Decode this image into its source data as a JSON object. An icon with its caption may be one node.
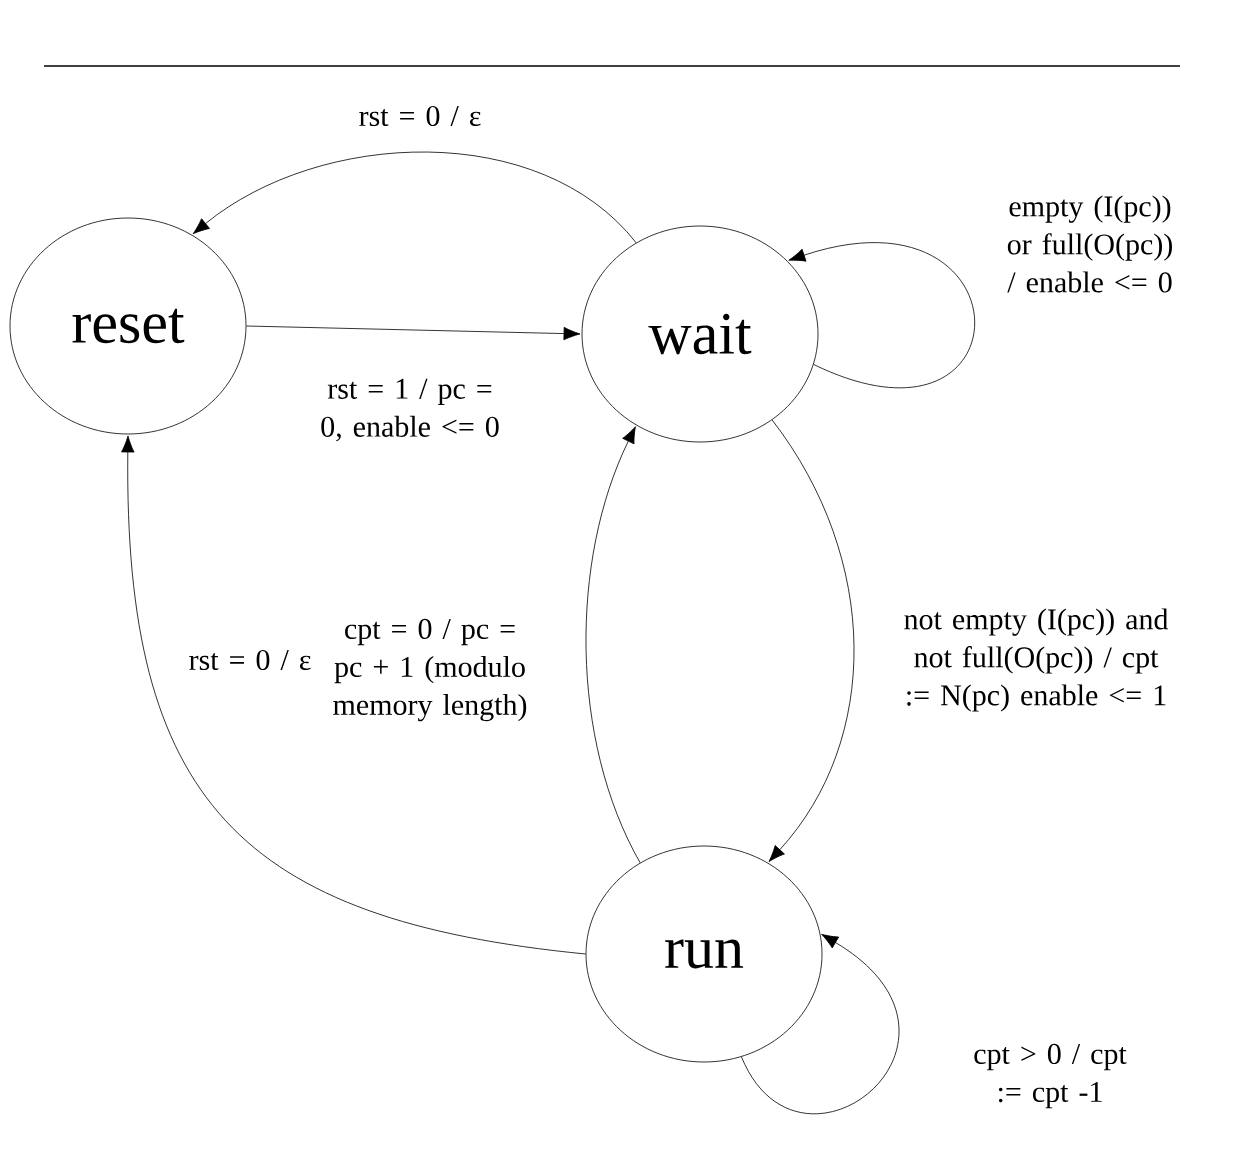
{
  "diagram": {
    "nodes": [
      {
        "text": [
          "reset"
        ]
      },
      {
        "text": [
          "wait"
        ]
      },
      {
        "text": [
          "run"
        ]
      }
    ],
    "edges": [
      {
        "from": 1,
        "to": 0,
        "arrow": "to",
        "label": "rst = 0 / ε"
      },
      {
        "from": 0,
        "to": 1,
        "arrow": "to",
        "label": "rst = 1 / pc = 0, enable <= 0"
      },
      {
        "from": 1,
        "to": 1,
        "arrow": "to",
        "label": "empty (I(pc)) or full(O(pc)) / enable <= 0"
      },
      {
        "from": 1,
        "to": 2,
        "arrow": "to",
        "label": "not empty (I(pc)) and not full(O(pc)) / cpt := N(pc) enable <= 1"
      },
      {
        "from": 2,
        "to": 1,
        "arrow": "to",
        "label": "cpt = 0 / pc = pc + 1 (modulo memory length)"
      },
      {
        "from": 2,
        "to": 0,
        "arrow": "to",
        "label": "rst = 0 / ε"
      },
      {
        "from": 2,
        "to": 2,
        "arrow": "to",
        "label": "cpt > 0 / cpt := cpt -1"
      }
    ]
  }
}
